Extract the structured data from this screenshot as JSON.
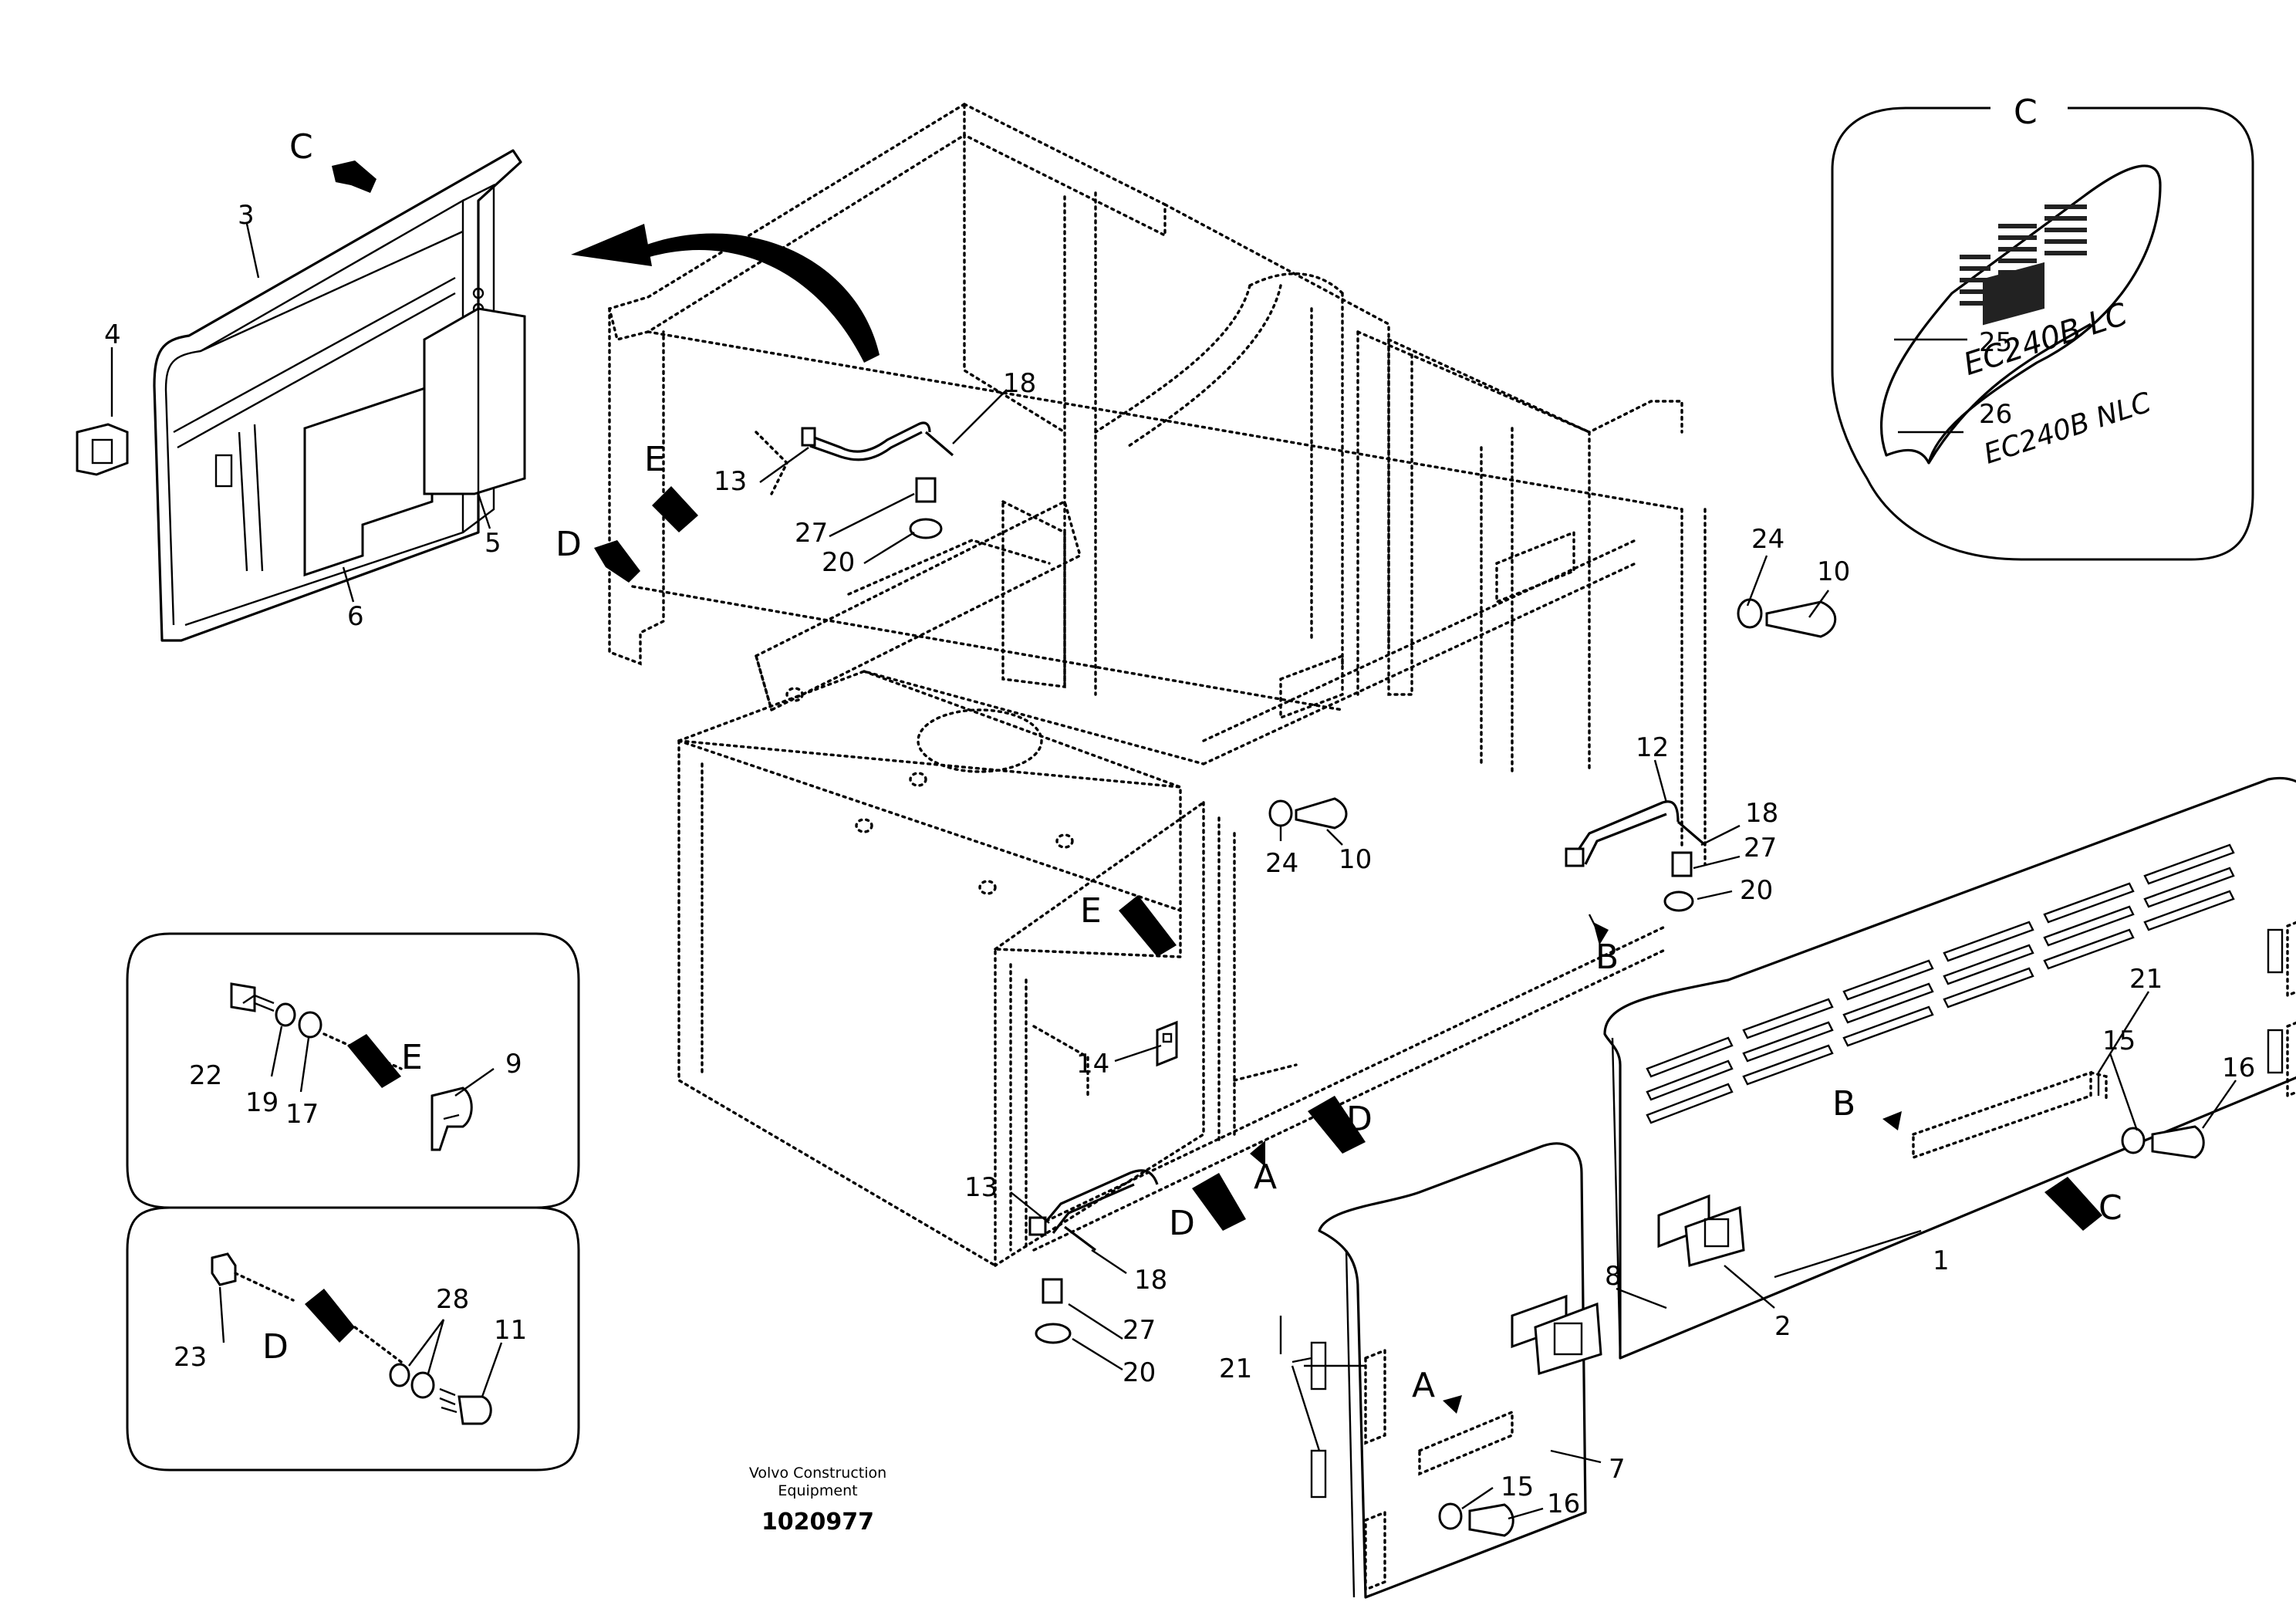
{
  "footer": {
    "brand_line1": "Volvo Construction",
    "brand_line2": "Equipment",
    "drawing_number": "1020977"
  },
  "detail_c": {
    "title": "C",
    "decal_text_1": "EC240B LC",
    "decal_text_2": "EC240B NLC"
  },
  "view_letters": {
    "A": "A",
    "B": "B",
    "C": "C",
    "D": "D",
    "E": "E"
  },
  "callouts": {
    "p1": "1",
    "p2": "2",
    "p3": "3",
    "p4": "4",
    "p5": "5",
    "p6": "6",
    "p7": "7",
    "p8": "8",
    "p9": "9",
    "p10": "10",
    "p11": "11",
    "p12": "12",
    "p13": "13",
    "p14": "14",
    "p15": "15",
    "p16": "16",
    "p17": "17",
    "p18": "18",
    "p19": "19",
    "p20": "20",
    "p21": "21",
    "p22": "22",
    "p23": "23",
    "p24": "24",
    "p25": "25",
    "p26": "26",
    "p27": "27",
    "p28": "28"
  }
}
